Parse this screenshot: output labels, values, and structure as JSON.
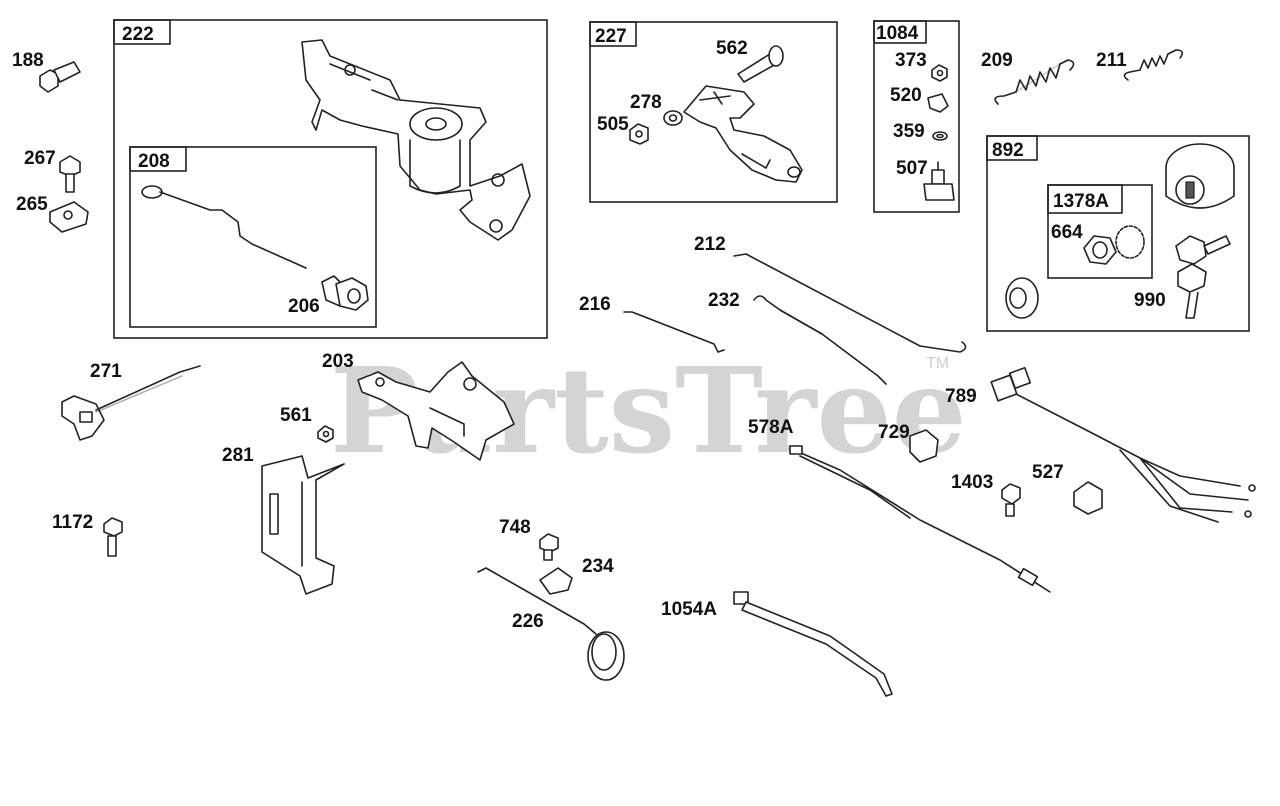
{
  "watermark": {
    "text": "PartsTree",
    "trademark": "TM"
  },
  "groups": [
    {
      "id": "222",
      "label": "222"
    },
    {
      "id": "208",
      "label": "208"
    },
    {
      "id": "227",
      "label": "227"
    },
    {
      "id": "1084",
      "label": "1084"
    },
    {
      "id": "892",
      "label": "892"
    },
    {
      "id": "1378A",
      "label": "1378A"
    }
  ],
  "parts": {
    "p188": "188",
    "p267": "267",
    "p265": "265",
    "p206": "206",
    "p562": "562",
    "p278": "278",
    "p505": "505",
    "p373": "373",
    "p520": "520",
    "p359": "359",
    "p507": "507",
    "p209": "209",
    "p211": "211",
    "p664": "664",
    "p990": "990",
    "p212": "212",
    "p232": "232",
    "p216": "216",
    "p271": "271",
    "p203": "203",
    "p561": "561",
    "p281": "281",
    "p1172": "1172",
    "p789": "789",
    "p578A": "578A",
    "p729": "729",
    "p1403": "1403",
    "p527": "527",
    "p748": "748",
    "p234": "234",
    "p226": "226",
    "p1054A": "1054A"
  }
}
